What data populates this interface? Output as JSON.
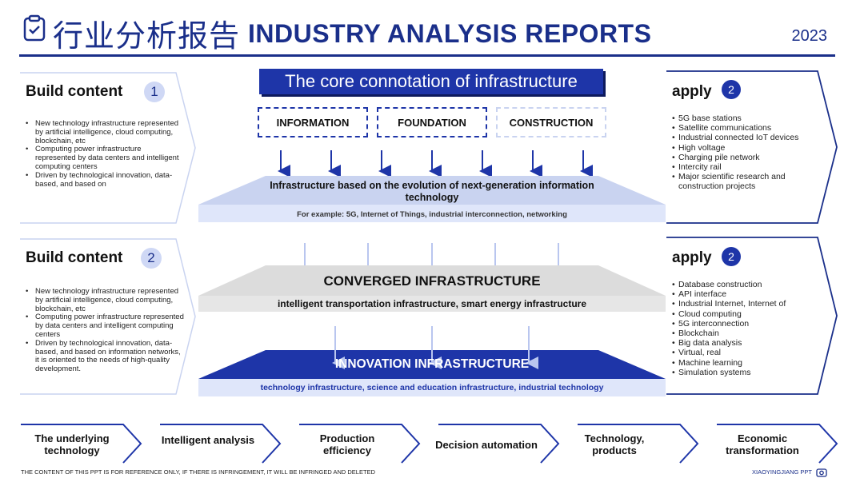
{
  "header": {
    "title_cn": "行业分析报告",
    "title_en": "INDUSTRY ANALYSIS REPORTS",
    "year": "2023"
  },
  "left_panels": [
    {
      "title": "Build content",
      "number": "1",
      "bullets": [
        "New technology infrastructure represented by artificial intelligence, cloud computing, blockchain, etc",
        "Computing power infrastructure represented by data centers and intelligent computing centers",
        "Driven by technological innovation, data-based, and based on"
      ]
    },
    {
      "title": "Build content",
      "number": "2",
      "bullets": [
        "New technology infrastructure represented by artificial intelligence, cloud computing, blockchain, etc",
        "Computing power infrastructure represented by data centers and intelligent computing centers",
        "Driven by technological innovation, data-based, and based on information networks, it is oriented to the needs of high-quality development."
      ]
    }
  ],
  "right_panels": [
    {
      "title": "apply",
      "number": "2",
      "bullets": [
        "5G base stations",
        "Satellite communications",
        "Industrial connected IoT devices",
        "High voltage",
        "Charging pile network",
        "Intercity rail",
        "Major scientific research and construction projects"
      ]
    },
    {
      "title": "apply",
      "number": "2",
      "bullets": [
        "Database construction",
        "API interface",
        "Industrial Internet, Internet of",
        "Cloud computing",
        "5G interconnection",
        "Blockchain",
        "Big data analysis",
        "Virtual, real",
        "Machine learning",
        "Simulation systems"
      ]
    }
  ],
  "center": {
    "core_title": "The core connotation of infrastructure",
    "boxes": [
      "INFORMATION",
      "FOUNDATION",
      "CONSTRUCTION"
    ],
    "layer1": {
      "title": "Infrastructure based on the evolution of next-generation information technology",
      "band": "For example: 5G, Internet of Things, industrial interconnection, networking"
    },
    "layer2": {
      "title": "CONVERGED INFRASTRUCTURE",
      "band": "intelligent transportation infrastructure, smart energy infrastructure"
    },
    "layer3": {
      "title": "INNOVATION INFRASTRUCTURE",
      "band": "technology infrastructure, science and education infrastructure, industrial technology"
    }
  },
  "process_steps": [
    "The underlying technology",
    "Intelligent analysis",
    "Production efficiency",
    "Decision automation",
    "Technology, products",
    "Economic transformation"
  ],
  "footer": {
    "note": "THE CONTENT OF THIS PPT IS FOR REFERENCE ONLY, IF THERE IS INFRINGEMENT, IT WILL BE INFRINGED AND DELETED",
    "brand": "XIAOYINGJIANG PPT"
  },
  "colors": {
    "primary": "#1e35a8",
    "dark": "#1a2f8a",
    "light_blue": "#c9d3f0",
    "pale_blue": "#dfe6fa",
    "gray": "#d9d9d9"
  }
}
